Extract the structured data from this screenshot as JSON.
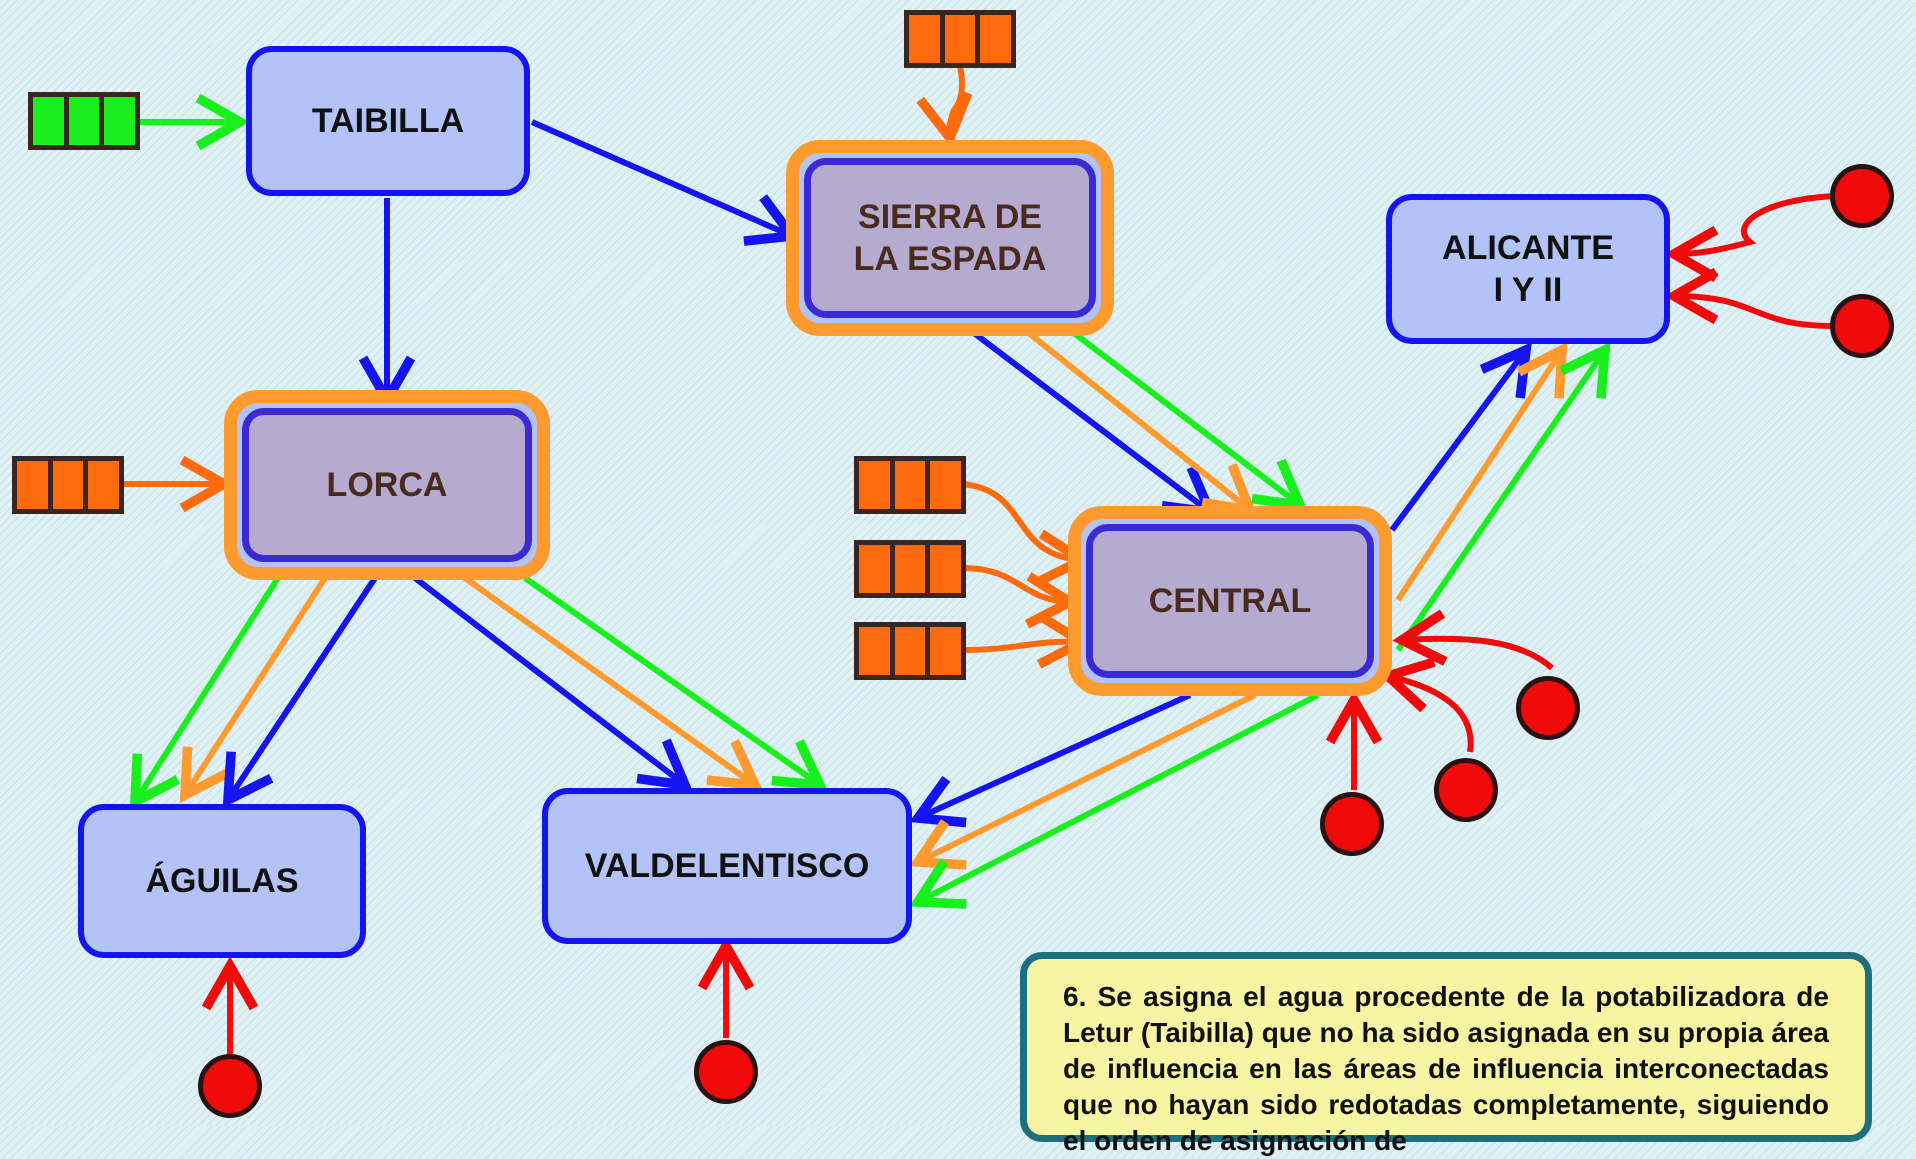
{
  "nodes": {
    "taibilla": "TAIBILLA",
    "sierra_line1": "SIERRA DE",
    "sierra_line2": "LA ESPADA",
    "alicante_line1": "ALICANTE",
    "alicante_line2": "I Y II",
    "lorca": "LORCA",
    "central": "CENTRAL",
    "aguilas": "ÁGUILAS",
    "valdelentisco": "VALDELENTISCO"
  },
  "note": {
    "text": "6. Se asigna el agua procedente de la potabilizadora de Letur (Taibilla) que no ha sido asignada en su propia área de influencia en las áreas de influencia interconectadas que no hayan sido redotadas completamente, siguiendo el orden de asignación de"
  },
  "colors": {
    "blue": "#1414f0",
    "green": "#19ef1c",
    "orange": "#ff9a2e",
    "red": "#f00a0a",
    "orange_source": "#ff6a0c"
  }
}
